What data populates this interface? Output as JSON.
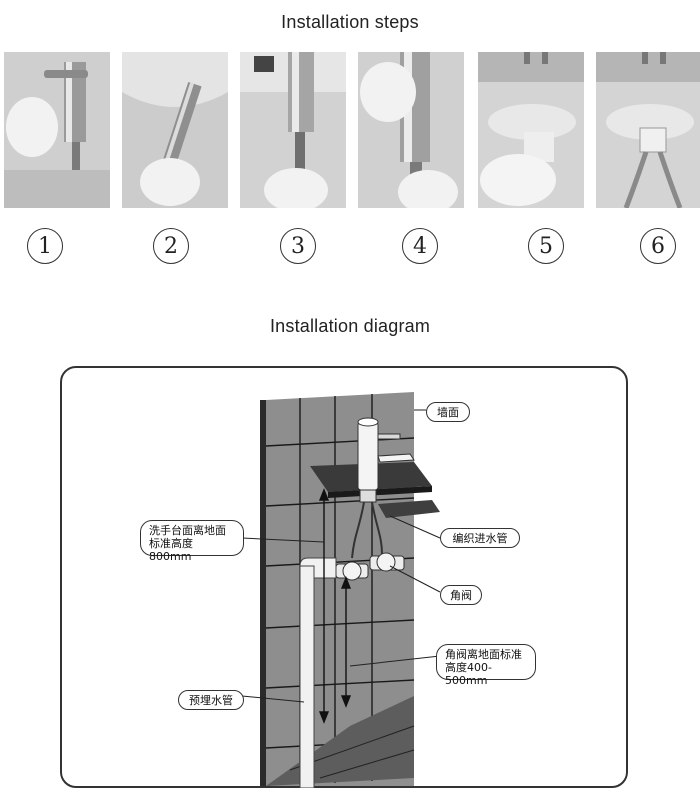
{
  "steps_section": {
    "title": "Installation steps",
    "steps": [
      {
        "number": "1",
        "symbol": "①"
      },
      {
        "number": "2",
        "symbol": "②"
      },
      {
        "number": "3",
        "symbol": "③"
      },
      {
        "number": "4",
        "symbol": "④"
      },
      {
        "number": "5",
        "symbol": "⑤"
      },
      {
        "number": "6",
        "symbol": "⑥"
      }
    ]
  },
  "diagram_section": {
    "title": "Installation diagram",
    "labels": {
      "wall": "墙面",
      "braided_hose": "编织进水管",
      "angle_valve": "角阀",
      "angle_valve_height": "角阀离地面标准高度400-500mm",
      "basin_height": "洗手台面离地面标准高度800mm",
      "embedded_pipe": "预埋水管"
    }
  }
}
